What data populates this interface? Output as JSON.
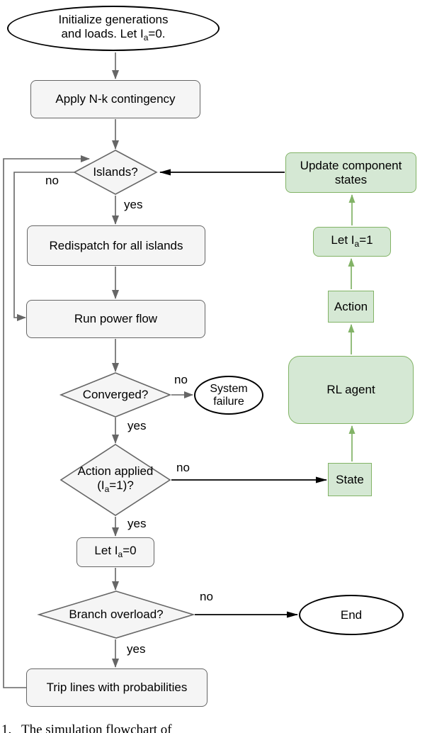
{
  "diagram": {
    "nodes": {
      "init": {
        "line1": "Initialize generations",
        "line2_pre": "and loads. Let I",
        "line2_sub": "a",
        "line2_post": "=0."
      },
      "apply": {
        "label": "Apply N-k contingency"
      },
      "islands": {
        "label": "Islands?"
      },
      "redispatch": {
        "label": "Redispatch for all islands"
      },
      "run_pf": {
        "label": "Run power flow"
      },
      "converged": {
        "label": "Converged?"
      },
      "system_failure": {
        "line1": "System",
        "line2": "failure"
      },
      "action_applied": {
        "line1": "Action applied",
        "line2_pre": "(I",
        "line2_sub": "a",
        "line2_post": "=1)?"
      },
      "let_ia0": {
        "pre": "Let I",
        "sub": "a",
        "post": "=0"
      },
      "branch_overload": {
        "label": "Branch overload?"
      },
      "end": {
        "label": "End"
      },
      "trip_lines": {
        "label": "Trip lines with probabilities"
      },
      "update_states": {
        "line1": "Update component",
        "line2": "states"
      },
      "let_ia1": {
        "pre": "Let I",
        "sub": "a",
        "post": "=1"
      },
      "action": {
        "label": "Action"
      },
      "rl_agent": {
        "label": "RL agent"
      },
      "state": {
        "label": "State"
      }
    },
    "edge_labels": {
      "islands_no": "no",
      "islands_yes": "yes",
      "converged_no": "no",
      "converged_yes": "yes",
      "action_applied_no": "no",
      "action_applied_yes": "yes",
      "branch_no": "no",
      "branch_yes": "yes"
    },
    "colors": {
      "green_fill": "#d5e8d4",
      "green_stroke": "#82b366",
      "gray_fill": "#f5f5f5",
      "gray_stroke": "#666666",
      "black": "#000000"
    }
  },
  "caption": {
    "number": "1.",
    "text": "The simulation flowchart of"
  }
}
